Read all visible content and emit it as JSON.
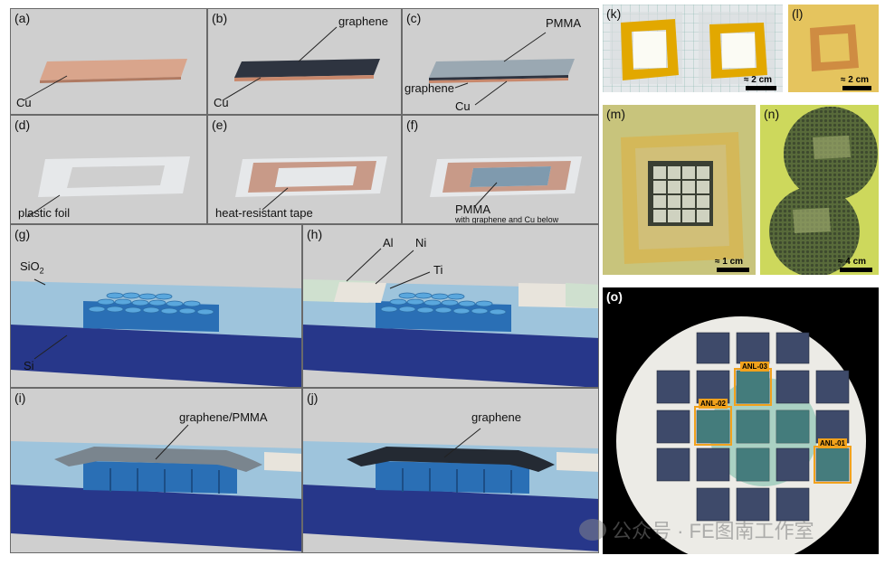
{
  "panels": {
    "a": {
      "label": "(a)",
      "annotations": [
        "Cu"
      ]
    },
    "b": {
      "label": "(b)",
      "annotations": [
        "graphene",
        "Cu"
      ]
    },
    "c": {
      "label": "(c)",
      "annotations": [
        "PMMA",
        "graphene",
        "Cu"
      ]
    },
    "d": {
      "label": "(d)",
      "annotations": [
        "plastic foil"
      ]
    },
    "e": {
      "label": "(e)",
      "annotations": [
        "heat-resistant tape"
      ]
    },
    "f": {
      "label": "(f)",
      "annotations": [
        "PMMA",
        "with graphene and Cu below"
      ]
    },
    "g": {
      "label": "(g)",
      "annotations": [
        "SiO",
        "2",
        "Si"
      ]
    },
    "h": {
      "label": "(h)",
      "annotations": [
        "Al",
        "Ni",
        "Ti"
      ]
    },
    "i": {
      "label": "(i)",
      "annotations": [
        "graphene/PMMA"
      ]
    },
    "j": {
      "label": "(j)",
      "annotations": [
        "graphene"
      ]
    },
    "k": {
      "label": "(k)",
      "scale": "≈ 2 cm"
    },
    "l": {
      "label": "(l)",
      "scale": "≈ 2 cm"
    },
    "m": {
      "label": "(m)",
      "scale": "≈ 1 cm"
    },
    "n": {
      "label": "(n)",
      "scale": "≈ 4 cm"
    },
    "o": {
      "label": "(o)",
      "chips": [
        "ANL-03",
        "ANL-02",
        "ANL-01"
      ]
    }
  },
  "colors": {
    "copper": "#d9a58c",
    "graphene": "#2e3440",
    "pmma": "#9aa8b2",
    "silicon": "#27378a",
    "oxide": "#9ec4dc",
    "tape": "#e2a800",
    "highlight": "#f2a21c"
  },
  "watermark": "公众号 · FE图南工作室"
}
